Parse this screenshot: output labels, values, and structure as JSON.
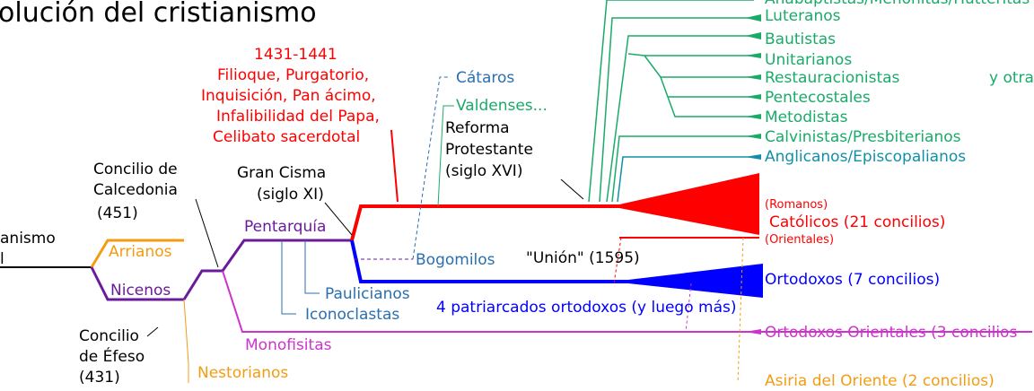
{
  "title": "olución del cristianismo",
  "colors": {
    "black": "#000000",
    "purple": "#6a1b9a",
    "red": "#ff0000",
    "blue": "#0000ff",
    "magenta": "#cc33cc",
    "orange": "#f39c12",
    "steelblue": "#2a6fb0",
    "green": "#1aaa6a",
    "teal": "#128fa8"
  },
  "labels": {
    "early_church_line1": "anismo",
    "early_church_line2": "l",
    "arrianos": "Arrianos",
    "nicenos": "Nicenos",
    "concilio_efeso": [
      "Concilio",
      "de Éfeso",
      "(431)"
    ],
    "nestorianos": "Nestorianos",
    "concilio_calcedonia": [
      "Concilio de",
      "Calcedonia",
      "(451)"
    ],
    "monofisitas": "Monofisitas",
    "pentarquia": "Pentarquía",
    "paulicianos": "Paulicianos",
    "iconoclastas": "Iconoclastas",
    "gran_cisma": [
      "Gran Cisma",
      "(siglo XI)"
    ],
    "florence": [
      "1431-1441",
      "Filioque, Purgatorio,",
      "Inquisición, Pan ácimo,",
      "Infalibilidad del Papa,",
      "Celibato sacerdotal"
    ],
    "cataros": "Cátaros",
    "valdenses": "Valdenses...",
    "bogomilos": "Bogomilos",
    "reforma": [
      "Reforma",
      "Protestante",
      "(siglo XVI)"
    ],
    "union": "\"Unión\" (1595)",
    "patriarcados": "4 patriarcados ortodoxos (y luego más)",
    "romanos": "(Romanos)",
    "catolicos": "Católicos (21 concilios)",
    "orientales": "(Orientales)",
    "ortodoxos": "Ortodoxos (7 concilios)",
    "ortodoxos_orientales": "Ortodoxos Orientales (3 concilios",
    "asiria": "Asiria del Oriente (2 concilios)",
    "anabaptistas": "Anabaptistas/Menonitas/Hutteritas",
    "luteranos": "Luteranos",
    "bautistas": "Bautistas",
    "unitarianos": "Unitarianos",
    "restauracionistas": "Restauracionistas",
    "y_otras": "y otra",
    "pentecostales": "Pentecostales",
    "metodistas": "Metodistas",
    "calvinistas": "Calvinistas/Presbiterianos",
    "anglicanos": "Anglicanos/Episcopalianos"
  }
}
